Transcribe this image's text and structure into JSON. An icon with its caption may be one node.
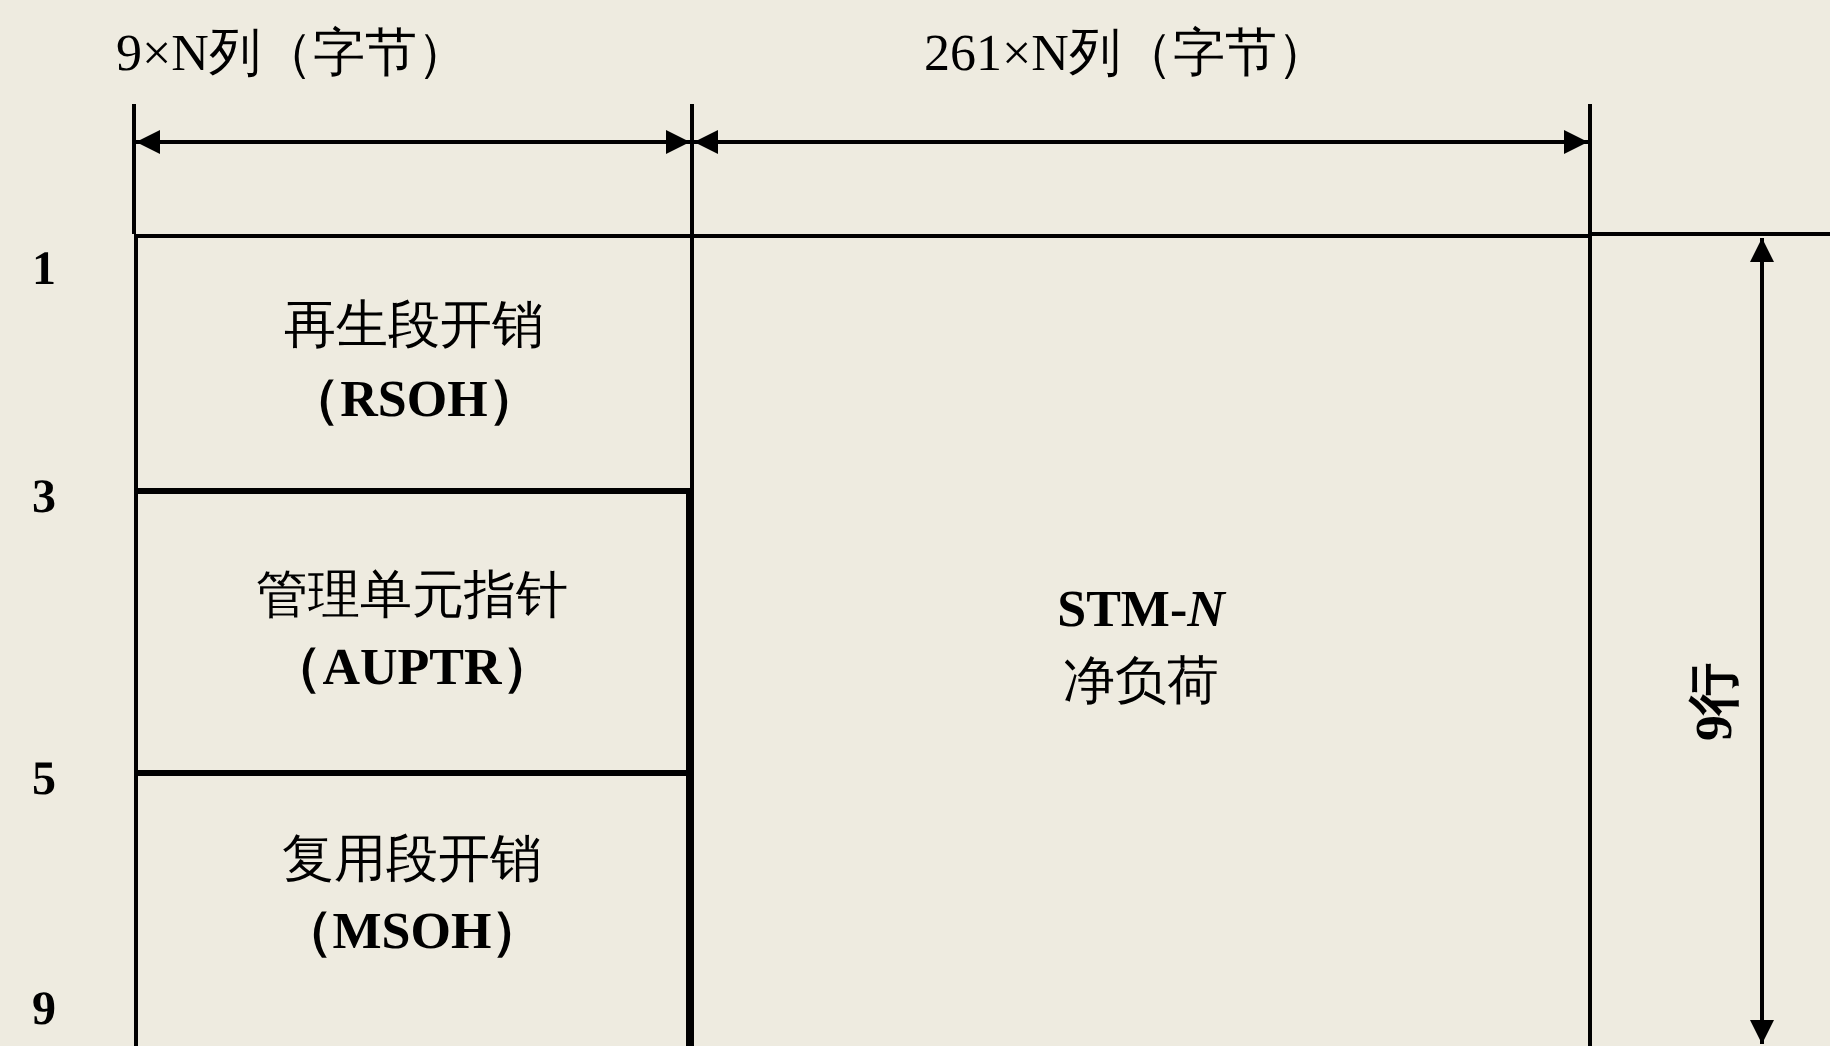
{
  "diagram": {
    "nodes": [
      {
        "text": [
          "再生段开销",
          "（RSOH）"
        ]
      },
      {
        "text": [
          "管理单元指针",
          "（AUPTR）"
        ]
      },
      {
        "text": [
          "复用段开销",
          "（MSOH）"
        ]
      },
      {
        "text": [
          "STM-*N*",
          "净负荷"
        ]
      }
    ],
    "labels": [
      "9×N列（字节）",
      "261×N列（字节）",
      "1",
      "3",
      "5",
      "9",
      "9行"
    ]
  }
}
